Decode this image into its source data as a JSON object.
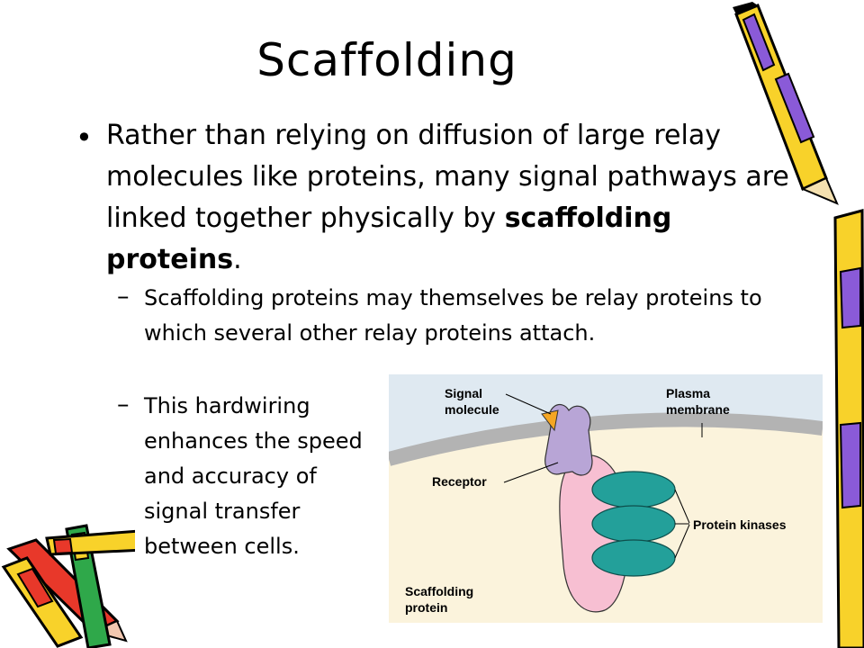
{
  "slide": {
    "title": "Scaffolding",
    "bullet": {
      "text_before": "Rather than relying on diffusion of large relay molecules like proteins, many signal pathways are linked together physically by ",
      "bold_text": "scaffolding proteins",
      "text_after": "."
    },
    "subbullets": [
      {
        "marker": "–",
        "text": "Scaffolding proteins may themselves be relay proteins to which several other relay proteins attach."
      },
      {
        "marker": "–",
        "text": "This hardwiring enhances the speed and accuracy of signal transfer between cells."
      }
    ]
  },
  "figure": {
    "labels": {
      "signal_line1": "Signal",
      "signal_line2": "molecule",
      "plasma_line1": "Plasma",
      "plasma_line2": "membrane",
      "receptor": "Receptor",
      "kinases": "Protein kinases",
      "scaffold_line1": "Scaffolding",
      "scaffold_line2": "protein"
    },
    "colors": {
      "background": "#dfe9f1",
      "cytoplasm": "#fbf3dc",
      "membrane": "#b3b3b3",
      "signal": "#f5a623",
      "receptor": "#b8a5d6",
      "scaffold": "#f7bfd2",
      "kinase": "#23a09a"
    }
  },
  "decorations": {
    "top_right_icon": "pencil-icon",
    "bottom_left_icon": "crayons-icon"
  }
}
